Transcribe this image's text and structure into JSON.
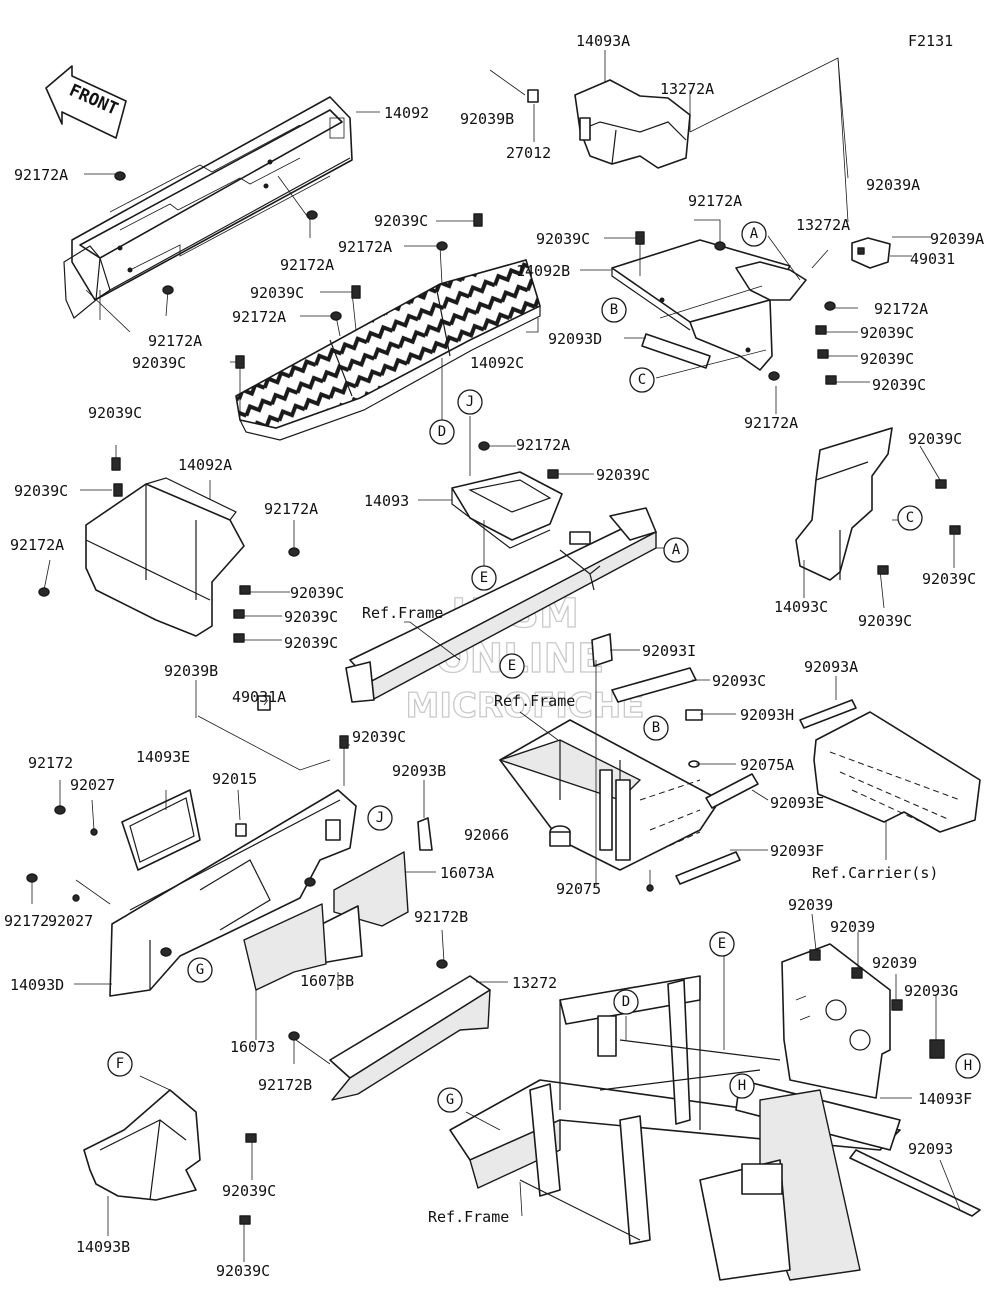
{
  "diagram_id": "F2131",
  "front_label": "FRONT",
  "watermark": [
    "HLSM",
    "ONLINE",
    "MICROFICHE"
  ],
  "part_labels": [
    {
      "text": "14093A"
    },
    {
      "text": "92039B"
    },
    {
      "text": "13272A"
    },
    {
      "text": "27012"
    },
    {
      "text": "14092"
    },
    {
      "text": "92172A"
    },
    {
      "text": "92172A"
    },
    {
      "text": "92172A"
    },
    {
      "text": "92039C"
    },
    {
      "text": "92172A"
    },
    {
      "text": "92039C"
    },
    {
      "text": "92172A"
    },
    {
      "text": "92039C"
    },
    {
      "text": "14092C"
    },
    {
      "text": "92172A"
    },
    {
      "text": "92039C"
    },
    {
      "text": "14092B"
    },
    {
      "text": "92093D"
    },
    {
      "text": "13272A"
    },
    {
      "text": "92039A"
    },
    {
      "text": "92039A"
    },
    {
      "text": "49031"
    },
    {
      "text": "92172A"
    },
    {
      "text": "92039C"
    },
    {
      "text": "92039C"
    },
    {
      "text": "92039C"
    },
    {
      "text": "92172A"
    },
    {
      "text": "92039C"
    },
    {
      "text": "14092A"
    },
    {
      "text": "92039C"
    },
    {
      "text": "92172A"
    },
    {
      "text": "92172A"
    },
    {
      "text": "92039C"
    },
    {
      "text": "92039C"
    },
    {
      "text": "92039C"
    },
    {
      "text": "92172A"
    },
    {
      "text": "92039C"
    },
    {
      "text": "14093"
    },
    {
      "text": "Ref.Frame"
    },
    {
      "text": "92039C"
    },
    {
      "text": "92039C"
    },
    {
      "text": "14093C"
    },
    {
      "text": "92039C"
    },
    {
      "text": "92093I"
    },
    {
      "text": "92093C"
    },
    {
      "text": "Ref.Frame"
    },
    {
      "text": "92093H"
    },
    {
      "text": "92093A"
    },
    {
      "text": "92075A"
    },
    {
      "text": "92093E"
    },
    {
      "text": "92066"
    },
    {
      "text": "92093F"
    },
    {
      "text": "92075"
    },
    {
      "text": "Ref.Carrier(s)"
    },
    {
      "text": "92039B"
    },
    {
      "text": "49031A"
    },
    {
      "text": "92039C"
    },
    {
      "text": "92172"
    },
    {
      "text": "14093E"
    },
    {
      "text": "92027"
    },
    {
      "text": "92015"
    },
    {
      "text": "92093B"
    },
    {
      "text": "16073A"
    },
    {
      "text": "92172"
    },
    {
      "text": "92027"
    },
    {
      "text": "14093D"
    },
    {
      "text": "92172B"
    },
    {
      "text": "13272"
    },
    {
      "text": "16073B"
    },
    {
      "text": "16073"
    },
    {
      "text": "92172B"
    },
    {
      "text": "92039"
    },
    {
      "text": "92039"
    },
    {
      "text": "92039"
    },
    {
      "text": "92093G"
    },
    {
      "text": "14093F"
    },
    {
      "text": "92039C"
    },
    {
      "text": "92039C"
    },
    {
      "text": "14093B"
    },
    {
      "text": "92093"
    },
    {
      "text": "Ref.Frame"
    }
  ],
  "callouts": [
    {
      "letter": "A"
    },
    {
      "letter": "B"
    },
    {
      "letter": "C"
    },
    {
      "letter": "D"
    },
    {
      "letter": "J"
    },
    {
      "letter": "E"
    },
    {
      "letter": "A"
    },
    {
      "letter": "C"
    },
    {
      "letter": "E"
    },
    {
      "letter": "B"
    },
    {
      "letter": "J"
    },
    {
      "letter": "G"
    },
    {
      "letter": "E"
    },
    {
      "letter": "D"
    },
    {
      "letter": "H"
    },
    {
      "letter": "H"
    },
    {
      "letter": "F"
    },
    {
      "letter": "G"
    }
  ]
}
